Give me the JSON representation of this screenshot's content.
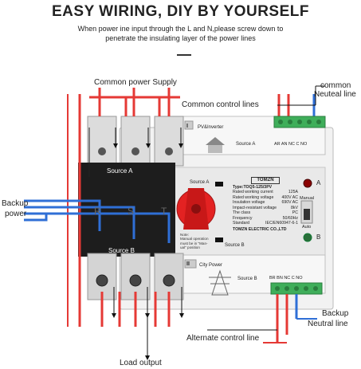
{
  "header": {
    "title": "EASY WIRING, DIY BY YOURSELF",
    "subtitle_line1": "When power ine input through the L and N,please screw down to",
    "subtitle_line2": "penetrate the insulating layer of the power lines"
  },
  "callouts": {
    "common_power_supply": "Common power Supply",
    "common_control_lines": "Common control lines",
    "common_neutral_line_1": "common",
    "common_neutral_line_2": "Neuteal line",
    "backup_power_1": "Backup",
    "backup_power_2": "power",
    "backup_neutral_1": "Backup",
    "backup_neutral_2": "Neutral line",
    "alternate_control_line": "Alternate control line",
    "load_output": "Load output"
  },
  "device": {
    "source_a_top": "Source A",
    "source_b_bottom": "Source B",
    "phase_r": "R",
    "phase_s": "S",
    "phase_t": "T",
    "top_module_num": "I",
    "top_module_label": "PV&Inverter",
    "top_module_source": "Source A",
    "top_terminals": "AR AN NC C NO",
    "bottom_module_num": "II",
    "bottom_module_label": "City Power",
    "bottom_module_source": "Source B",
    "bottom_terminals": "BR BN NC C NO",
    "handle_source_a": "Source A",
    "handle_source_b": "Source B",
    "brand": "TOMZN",
    "type": "Type:TOQ5-125/3PV",
    "spec_rows": [
      [
        "Rated working current",
        "125A"
      ],
      [
        "Rated working voltage",
        "400V AC"
      ],
      [
        "Insulation voltage",
        "690V AC"
      ],
      [
        "Impact-resistant voltage",
        "8kV"
      ],
      [
        "The class",
        "PC"
      ],
      [
        "Frequency",
        "50/60Hz"
      ],
      [
        "Standard",
        "IEC/EN60947-6-1"
      ]
    ],
    "maker": "TOMZN ELECTRIC CO.,LTD",
    "note": "Note:\nManual operation\nmust be in \"Man-\nual\" position",
    "indicator_a": "A",
    "indicator_b": "B",
    "manual_label": "Manual",
    "auto_label": "Auto"
  },
  "colors": {
    "live_wire": "#e53935",
    "neutral_wire": "#2f6fd6",
    "control_wire": "#e53935",
    "terminal_green": "#3fae5a",
    "handle_red": "#e32222",
    "dark_panel": "#1d1d1d"
  }
}
